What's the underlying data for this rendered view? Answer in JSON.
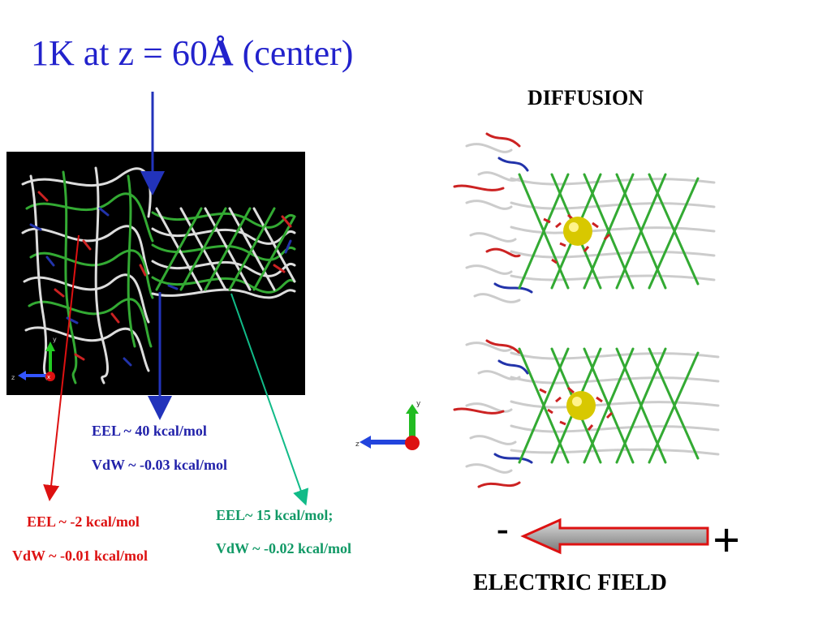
{
  "title": {
    "prefix": "1K at z = 60",
    "unit": "Å",
    "suffix": " (center)"
  },
  "diffusion_label": "DIFFUSION",
  "labels": {
    "blue_eel": "EEL ~ 40 kcal/mol",
    "blue_vdw": "VdW ~ -0.03 kcal/mol",
    "red_eel": "EEL ~ -2 kcal/mol",
    "red_vdw": "VdW ~ -0.01 kcal/mol",
    "teal_eel": "EEL~ 15 kcal/mol;",
    "teal_vdw": "VdW ~ -0.02 kcal/mol"
  },
  "electric_field": {
    "minus": "-",
    "plus": "+",
    "label": "ELECTRIC FIELD"
  },
  "axis_labels": {
    "z": "z",
    "y": "y",
    "x": "x"
  },
  "colors": {
    "title": "#2222cc",
    "blue_arrow": "#2233bb",
    "red_arrow": "#dd1111",
    "teal_arrow": "#11bb88",
    "blue_text": "#2222aa",
    "red_text": "#dd1111",
    "teal_text": "#119966",
    "ribbon_green": "#33aa33",
    "ribbon_white": "#cccccc",
    "ribbon_red": "#cc2222",
    "ribbon_blue": "#2233aa",
    "ion_yellow": "#d8c800"
  },
  "icons": [
    "axis-triad-icon",
    "electric-field-arrow-icon",
    "ion-sphere-icon"
  ]
}
